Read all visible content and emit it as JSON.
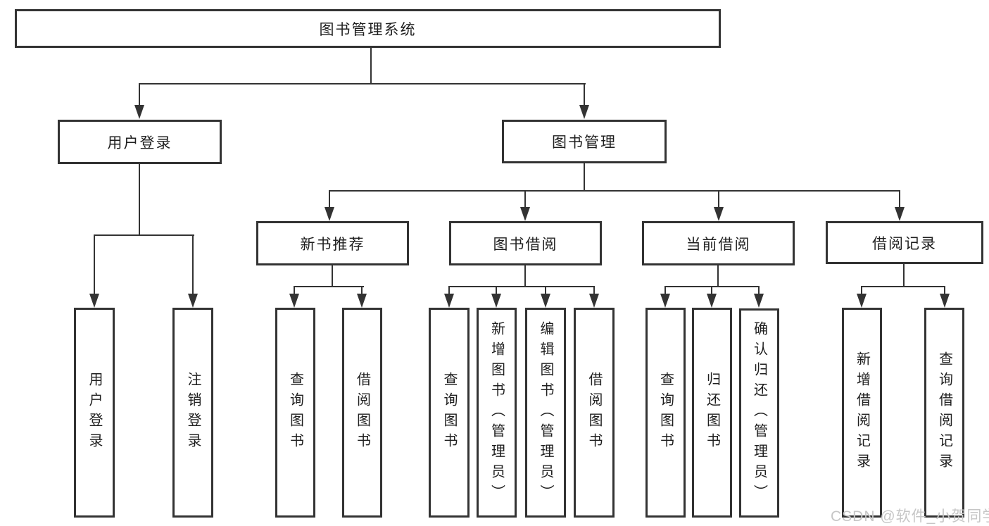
{
  "title": "图书管理系统",
  "watermark": "CSDN @软件_小贺同学",
  "colors": {
    "line": "#333333",
    "text": "#1f1f1f",
    "background": "#ffffff",
    "watermark": "#c6c6c6"
  },
  "tree": {
    "root": {
      "label": "图书管理系统"
    },
    "branches": [
      {
        "label": "用户登录",
        "children": [
          {
            "label": "用户登录"
          },
          {
            "label": "注销登录"
          }
        ]
      },
      {
        "label": "图书管理",
        "children": [
          {
            "label": "新书推荐",
            "children": [
              {
                "label": "查询图书"
              },
              {
                "label": "借阅图书"
              }
            ]
          },
          {
            "label": "图书借阅",
            "children": [
              {
                "label": "查询图书"
              },
              {
                "label": "新增图书（管理员）"
              },
              {
                "label": "编辑图书（管理员）"
              },
              {
                "label": "借阅图书"
              }
            ]
          },
          {
            "label": "当前借阅",
            "children": [
              {
                "label": "查询图书"
              },
              {
                "label": "归还图书"
              },
              {
                "label": "确认归还（管理员）"
              }
            ]
          },
          {
            "label": "借阅记录",
            "children": [
              {
                "label": "新增借阅记录"
              },
              {
                "label": "查询借阅记录"
              }
            ]
          }
        ]
      }
    ]
  }
}
